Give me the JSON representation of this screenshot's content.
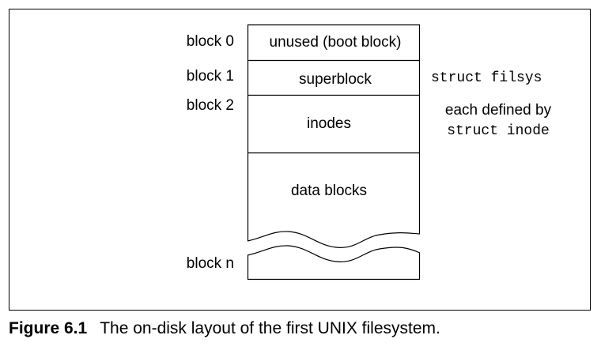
{
  "block_labels": {
    "block0": "block 0",
    "block1": "block 1",
    "block2": "block 2",
    "blockn": "block n"
  },
  "regions": {
    "boot": "unused (boot block)",
    "superblock": "superblock",
    "inodes": "inodes",
    "data": "data blocks"
  },
  "annotations": {
    "superblock_struct": "struct filsys",
    "inode_desc": "each defined by",
    "inode_struct": "struct inode"
  },
  "caption": {
    "number": "Figure 6.1",
    "text": "The on-disk layout of the first UNIX filesystem."
  }
}
